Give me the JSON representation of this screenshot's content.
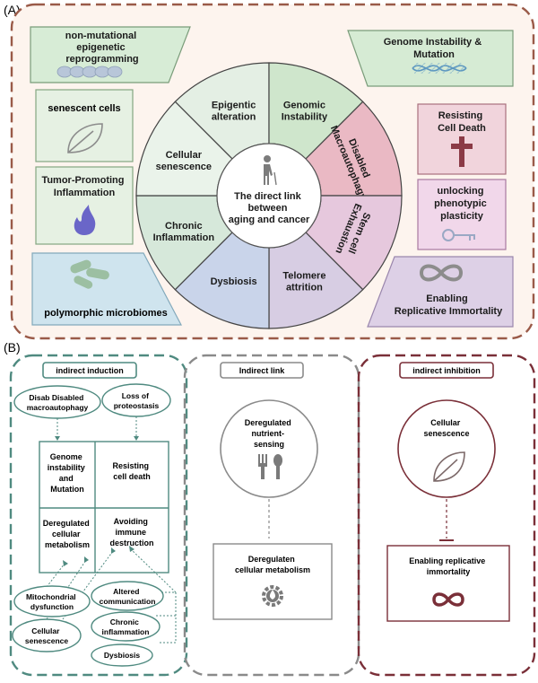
{
  "panel_a": {
    "label": "(A)",
    "center": [
      "The direct link",
      "between",
      "aging and cancer"
    ],
    "segments": [
      {
        "lines": [
          "Epigentic",
          "alteration"
        ]
      },
      {
        "lines": [
          "Genomic",
          "Instability"
        ]
      },
      {
        "lines": [
          "Disabled",
          "Macroautophagy"
        ]
      },
      {
        "lines": [
          "Stem cell",
          "Exhaustion"
        ]
      },
      {
        "lines": [
          "Telomere",
          "attrition"
        ]
      },
      {
        "lines": [
          "Dysbiosis"
        ]
      },
      {
        "lines": [
          "Chronic",
          "Inflammation"
        ]
      },
      {
        "lines": [
          "Cellular",
          "senescence"
        ]
      }
    ],
    "left_boxes": [
      {
        "lines": [
          "non-mutational",
          "epigenetic",
          "reprogramming"
        ]
      },
      {
        "lines": [
          "senescent cells"
        ]
      },
      {
        "lines": [
          "Tumor-Promoting",
          "Inflammation"
        ]
      },
      {
        "lines": [
          "polymorphic microbiomes"
        ]
      }
    ],
    "right_boxes": [
      {
        "lines": [
          "Genome Instability &",
          "Mutation"
        ]
      },
      {
        "lines": [
          "Resisting",
          "Cell Death"
        ]
      },
      {
        "lines": [
          "unlocking",
          "phenotypic",
          "plasticity"
        ]
      },
      {
        "lines": [
          "Enabling",
          "Replicative Immortality"
        ]
      }
    ]
  },
  "panel_b": {
    "label": "(B)",
    "induction": {
      "title": "indirect induction",
      "top_ovals": [
        {
          "lines": [
            "Disab Disabled",
            "macroautophagy"
          ]
        },
        {
          "lines": [
            "Loss of",
            "proteostasis"
          ]
        }
      ],
      "grid": [
        {
          "lines": [
            "Genome",
            "instability",
            "and",
            "Mutation"
          ]
        },
        {
          "lines": [
            "Resisting",
            "cell death"
          ]
        },
        {
          "lines": [
            "Deregulated",
            "cellular",
            "metabolism"
          ]
        },
        {
          "lines": [
            "Avoiding",
            "immune",
            "destruction"
          ]
        }
      ],
      "bottom_ovals": [
        {
          "lines": [
            "Mitochondrial",
            "dysfunction"
          ]
        },
        {
          "lines": [
            "Cellular",
            "senescence"
          ]
        },
        {
          "lines": [
            "Altered",
            "communication"
          ]
        },
        {
          "lines": [
            "Chronic",
            "inflammation"
          ]
        },
        {
          "lines": [
            "Dysbiosis"
          ]
        }
      ]
    },
    "link": {
      "title": "Indirect link",
      "circle": [
        "Deregulated",
        "nutrient-",
        "sensing"
      ],
      "box": [
        "Deregulaten",
        "cellular metabolism"
      ]
    },
    "inhibition": {
      "title": "indirect inhibition",
      "circle": [
        "Cellular",
        "senescence"
      ],
      "box": [
        "Enabling replicative",
        "immortality"
      ]
    }
  },
  "colors": {
    "outer_border_a": "#9a5a48",
    "induction_border": "#4f8a80",
    "link_border": "#8a8a8a",
    "inhibition_border": "#7a2f38",
    "seg_colors": [
      "#e4efe4",
      "#cfe6cc",
      "#eab9c4",
      "#e6c8dd",
      "#d7cde3",
      "#c9d4ea",
      "#d6e8da",
      "#eaf3ea"
    ]
  }
}
